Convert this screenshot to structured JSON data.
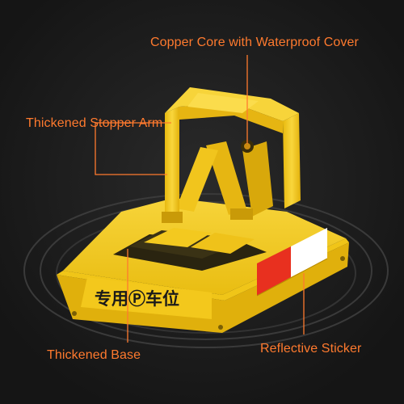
{
  "callouts": {
    "core": "Copper Core with Waterproof Cover",
    "arm": "Thickened Stopper Arm",
    "base": "Thickened Base",
    "sticker": "Reflective Sticker"
  },
  "product": {
    "base_text": "专用Ⓟ车位"
  },
  "colors": {
    "background": "#1b1b1b",
    "accent": "#ff7a2e",
    "body_yellow": "#f2c81d",
    "reflective_red": "#e8301f",
    "reflective_white": "#ffffff"
  }
}
